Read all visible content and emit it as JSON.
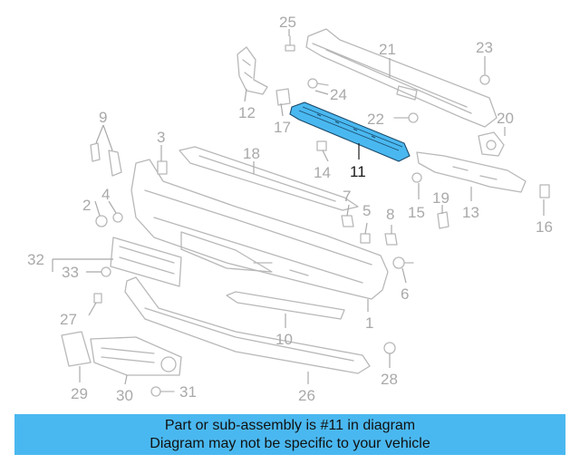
{
  "diagram": {
    "highlighted_part": "11",
    "callouts": [
      "1",
      "2",
      "3",
      "4",
      "5",
      "6",
      "7",
      "8",
      "9",
      "10",
      "11",
      "12",
      "13",
      "14",
      "15",
      "16",
      "17",
      "18",
      "19",
      "20",
      "21",
      "22",
      "23",
      "24",
      "25",
      "26",
      "27",
      "28",
      "29",
      "30",
      "31",
      "32",
      "33"
    ]
  },
  "banner": {
    "line1": "Part or sub-assembly is #11 in diagram",
    "line2": "Diagram may not be specific to your vehicle",
    "background": "#4ab8f0"
  },
  "colors": {
    "highlight": "#4ab8f0",
    "parts": "#b8b8b8",
    "labels": "#a9a9a9"
  }
}
